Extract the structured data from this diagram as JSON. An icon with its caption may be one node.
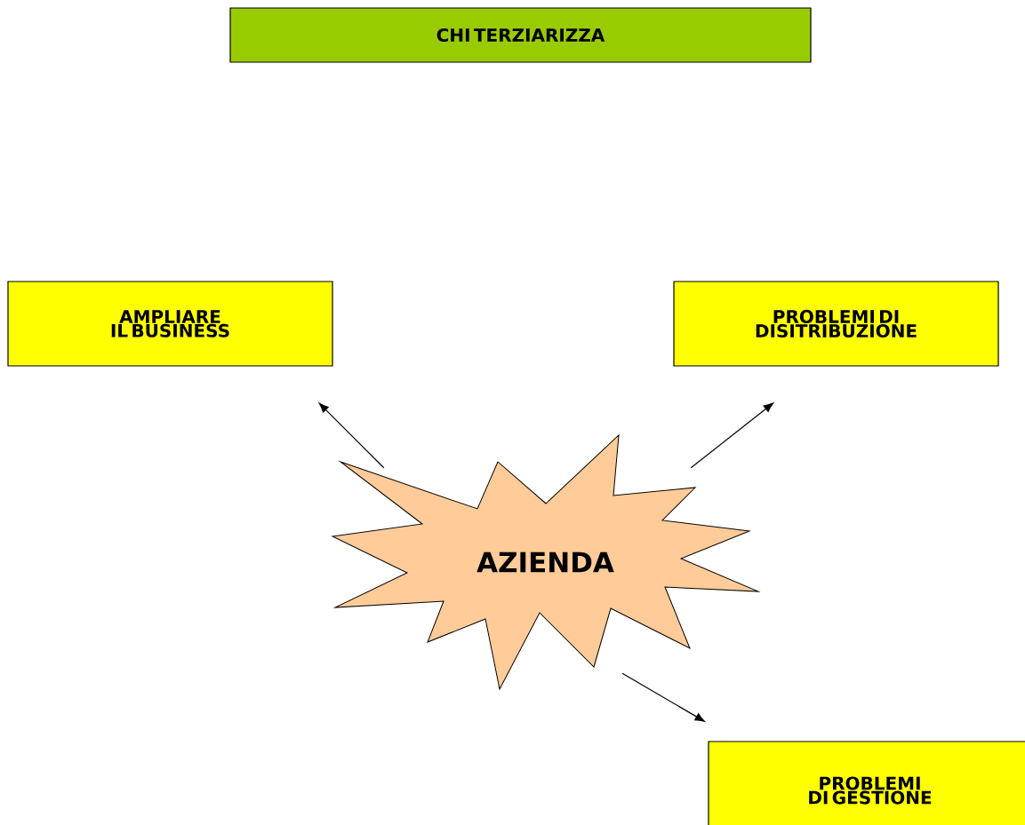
{
  "diagram": {
    "nodes": [
      {
        "text": [
          "CHI TERZIARIZZA"
        ]
      },
      {
        "text": [
          "AMPLIARE IL BUSINESS"
        ]
      },
      {
        "text": [
          "PROBLEMI DI DISITRIBUZIONE"
        ]
      },
      {
        "text": [
          "AZIENDA"
        ]
      },
      {
        "text": [
          "PROBLEMI DI GESTIONE"
        ]
      }
    ],
    "edges": [
      {
        "from": 3,
        "to": 1,
        "arrow": "to"
      },
      {
        "from": 3,
        "to": 2,
        "arrow": "to"
      },
      {
        "from": 3,
        "to": 4,
        "arrow": "to"
      }
    ]
  }
}
